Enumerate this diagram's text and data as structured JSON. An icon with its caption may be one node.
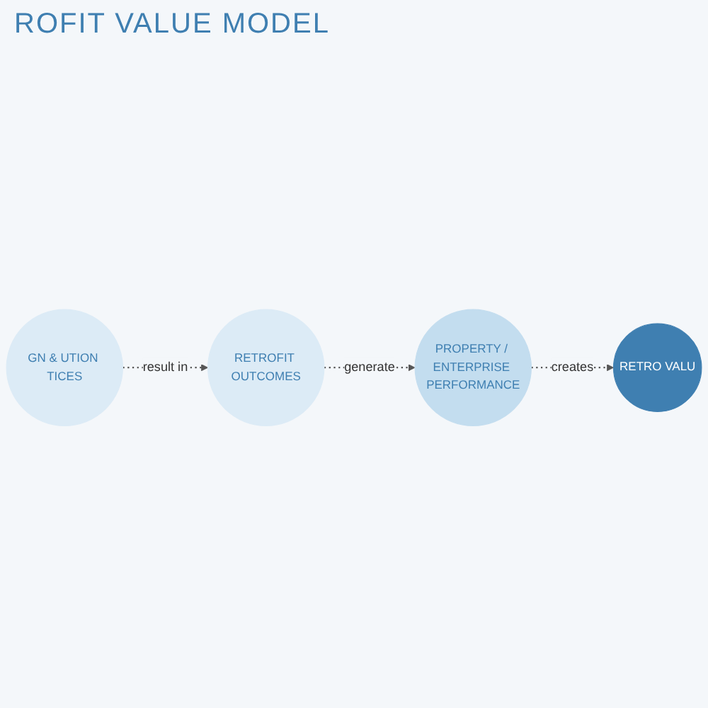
{
  "diagram": {
    "title": "ROFIT VALUE MODEL",
    "nodes": [
      {
        "text": [
          "GN & UTION TICES"
        ]
      },
      {
        "text": [
          "RETROFIT OUTCOMES"
        ]
      },
      {
        "text": [
          "PROPERTY / ENTERPRISE PERFORMANCE"
        ]
      },
      {
        "text": [
          "RETRO VALU"
        ]
      }
    ],
    "edges": [
      {
        "from": 0,
        "to": 1,
        "arrow": "to",
        "label": "result in",
        "style": "dashed"
      },
      {
        "from": 1,
        "to": 2,
        "arrow": "to",
        "label": "generate",
        "style": "dashed"
      },
      {
        "from": 2,
        "to": 3,
        "arrow": "to",
        "label": "creates",
        "style": "dashed"
      }
    ]
  }
}
